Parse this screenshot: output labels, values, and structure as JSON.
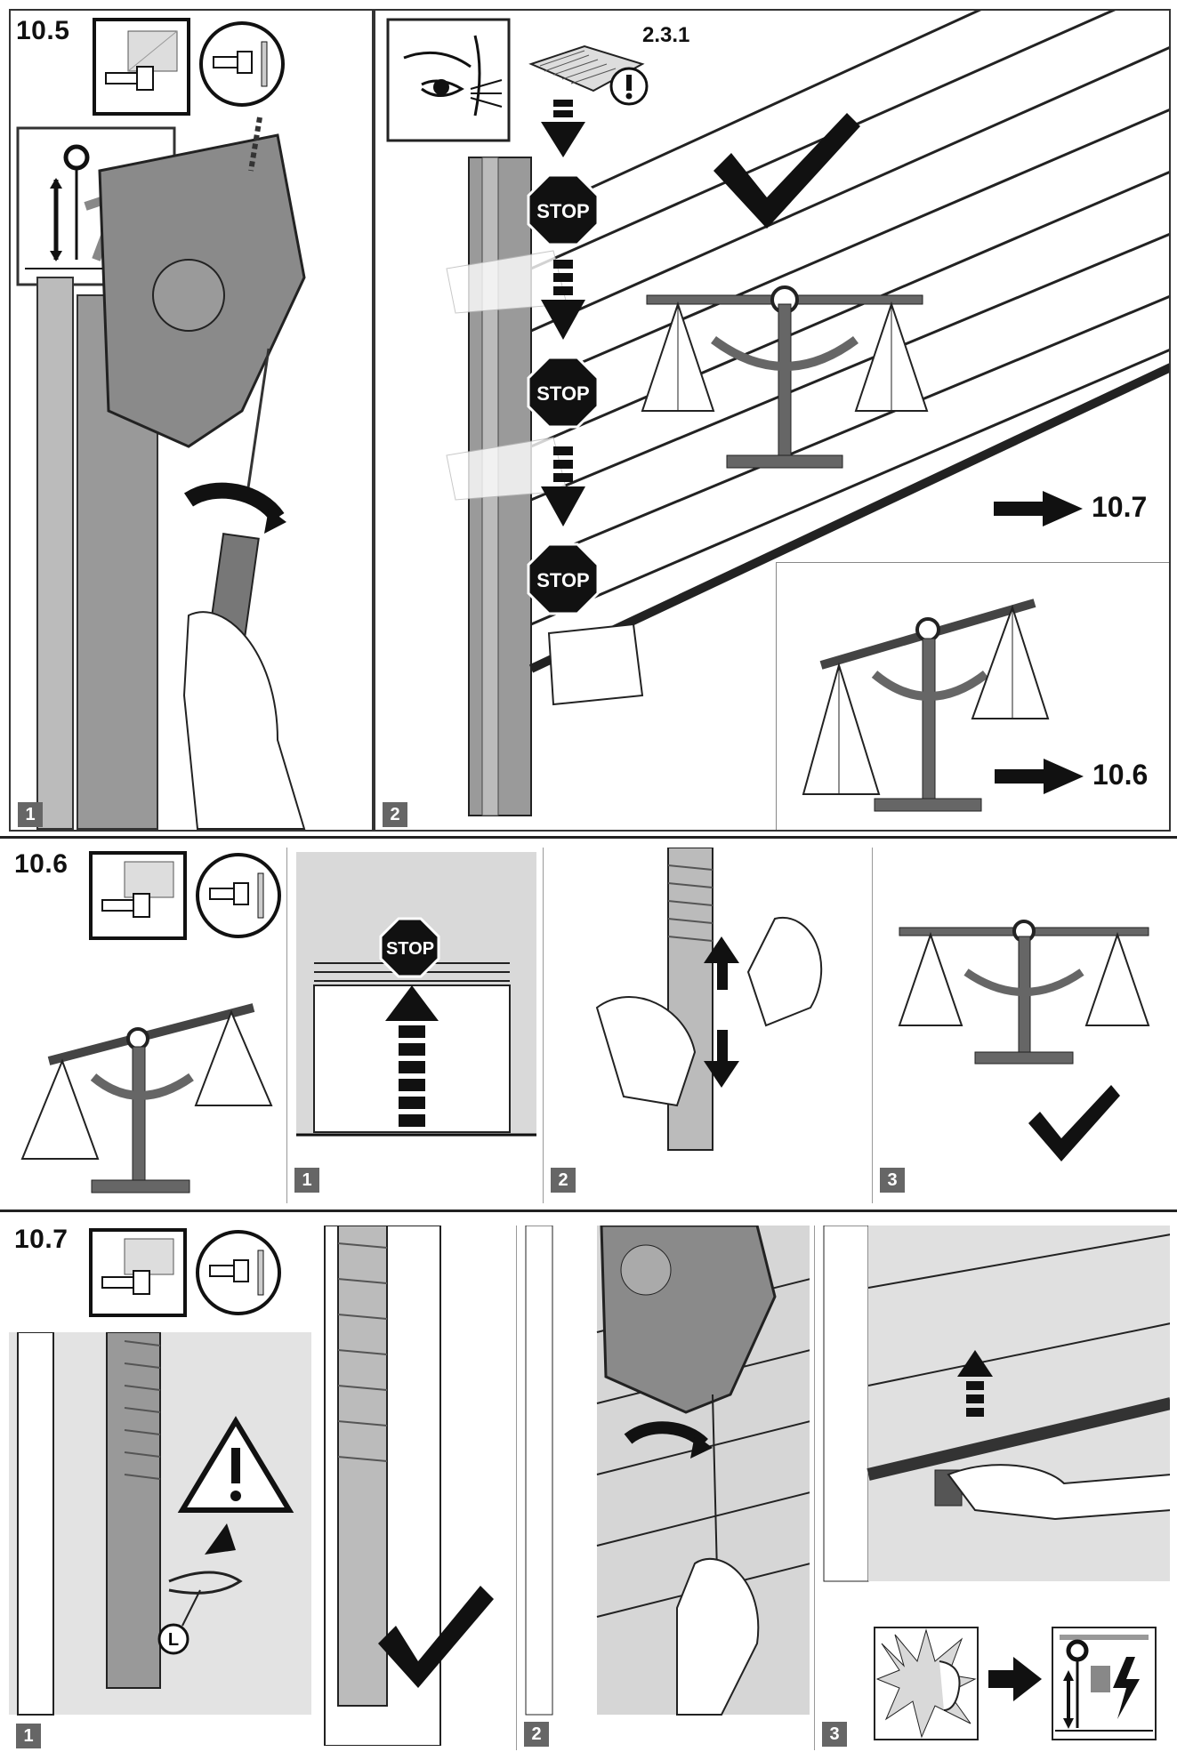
{
  "sections": {
    "s105": {
      "title": "10.5",
      "steps": [
        "1",
        "2"
      ],
      "manual_ref": "2.3.1",
      "stop_label": "STOP",
      "next_ok": "10.7",
      "next_unbalanced": "10.6"
    },
    "s106": {
      "title": "10.6",
      "steps": [
        "1",
        "2",
        "3"
      ],
      "stop_label": "STOP"
    },
    "s107": {
      "title": "10.7",
      "steps": [
        "1",
        "2",
        "3"
      ],
      "lock_label": "L"
    }
  },
  "colors": {
    "line": "#222222",
    "grey": "#6b6b6b",
    "light": "#d9d9d9",
    "check": "#111111"
  }
}
